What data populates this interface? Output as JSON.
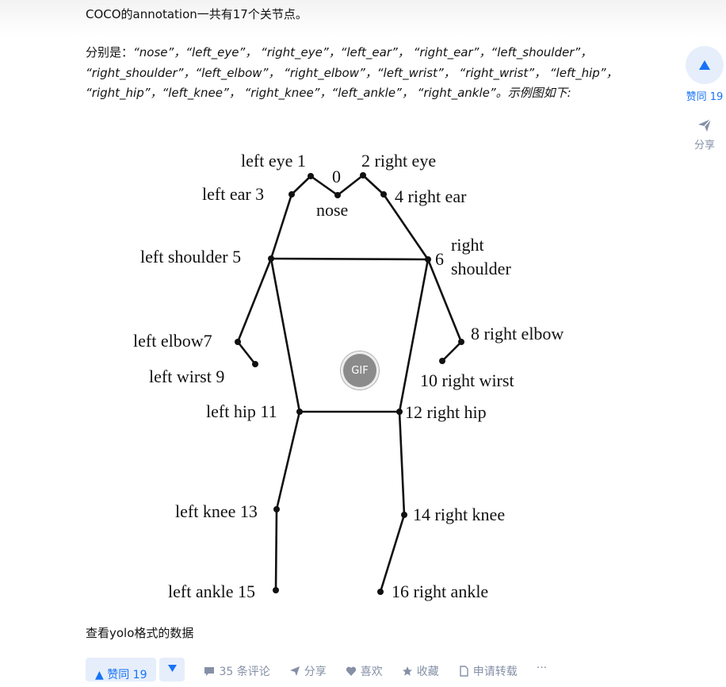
{
  "article": {
    "intro": "COCO的annotation一共有17个关节点。",
    "list_prefix": "分别是：",
    "list_items": "“nose”，“left_eye”， “right_eye”，“left_ear”， “right_ear”，“left_shoulder”， “right_shoulder”，“left_elbow”， “right_elbow”，“left_wrist”， “right_wrist”， “left_hip”， “right_hip”，“left_knee”， “right_knee”，“left_ankle”， “right_ankle”。示例图如下:",
    "yolo_text": "查看yolo格式的数据"
  },
  "figure": {
    "gif_label": "GIF",
    "labels": {
      "left_eye": "left eye 1",
      "zero": "0",
      "right_eye": "2  right eye",
      "left_ear": "left ear 3",
      "right_ear": "4   right ear",
      "nose": "nose",
      "left_shoulder": "left shoulder 5",
      "right_shoulder_1": "right",
      "right_shoulder_num": "6",
      "right_shoulder_2": "shoulder",
      "left_elbow": "left elbow7",
      "right_elbow": "8 right elbow",
      "left_wrist": "left wirst  9",
      "right_wrist": "10   right wirst",
      "left_hip": "left hip 11",
      "right_hip": "12   right hip",
      "left_knee": "left knee 13",
      "right_knee": "14  right knee",
      "left_ankle": "left ankle 15",
      "right_ankle": "16 right ankle"
    }
  },
  "sidebar": {
    "vote_label": "赞同 19",
    "share_label": "分享",
    "vote_icon": "triangle-up-icon",
    "share_icon": "paper-plane-icon"
  },
  "actions": {
    "agree": "▲ 赞同 19",
    "comments": "35 条评论",
    "share": "分享",
    "like": "喜欢",
    "collect": "收藏",
    "reprint": "申请转载",
    "more": "···"
  },
  "colors": {
    "accent": "#1772f6",
    "accent_bg": "#e6eefb",
    "muted": "#8590a6"
  }
}
